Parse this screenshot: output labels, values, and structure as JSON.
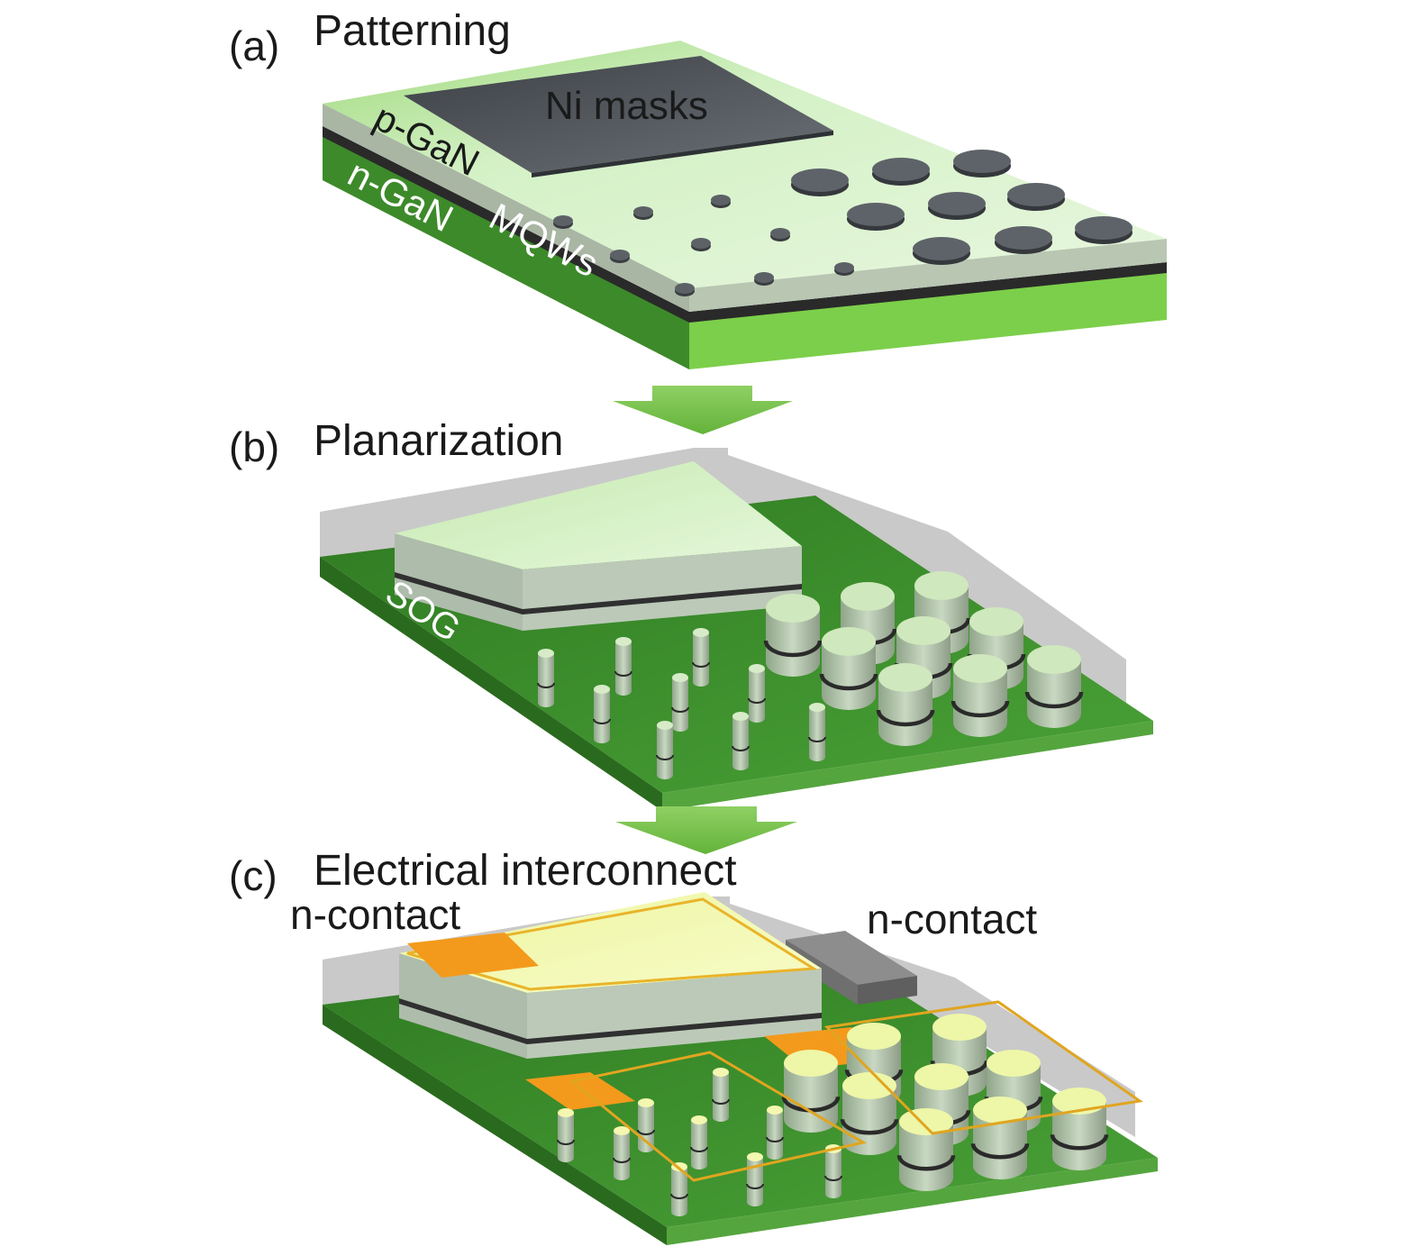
{
  "panels": {
    "a": {
      "letter": "(a)",
      "title": "Patterning"
    },
    "b": {
      "letter": "(b)",
      "title": "Planarization"
    },
    "c": {
      "letter": "(c)",
      "title": "Electrical interconnect"
    }
  },
  "layer_labels": {
    "ni_masks": "Ni masks",
    "p_gan": "p-GaN",
    "n_gan": "n-GaN",
    "mqws": "MQWs",
    "sog": "SOG",
    "n_contact_left": "n-contact",
    "n_contact_right": "n-contact"
  },
  "colors": {
    "p_gan_top": "#cfeec0",
    "n_gan_side": "#7ccf4a",
    "mesa_side": "#a9b6a4",
    "sog_green": "#3f8f2c",
    "ni_mask": "#55595e",
    "contact_orange": "#f39a1c",
    "arrow_green": "#79c64a"
  }
}
